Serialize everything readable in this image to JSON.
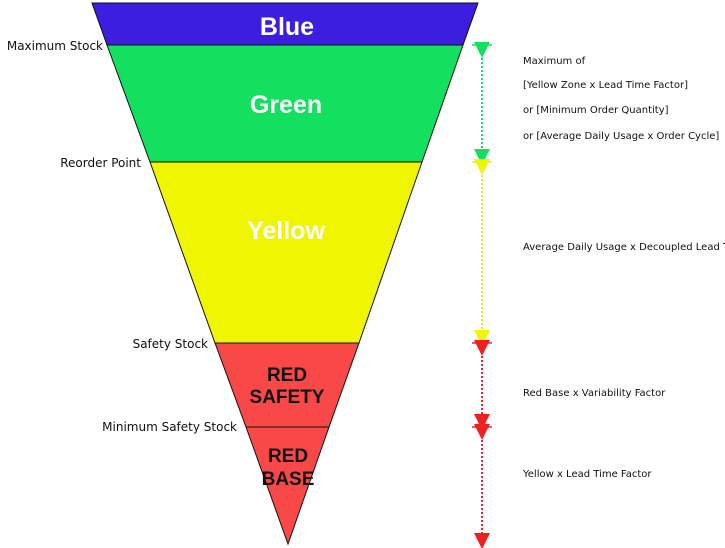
{
  "zones": {
    "blue": "Blue",
    "green": "Green",
    "yellow": "Yellow",
    "red_safety_1": "RED",
    "red_safety_2": "SAFETY",
    "red_base_1": "RED",
    "red_base_2": "BASE"
  },
  "levels": {
    "maximum_stock": "Maximum Stock",
    "reorder_point": "Reorder Point",
    "safety_stock": "Safety Stock",
    "minimum_safety_stock": "Minimum Safety Stock"
  },
  "formulas": {
    "green_1": "Maximum of",
    "green_2": "[Yellow Zone x Lead Time Factor]",
    "green_3": "or [Minimum Order Quantity]",
    "green_4": "or [Average Daily Usage x Order Cycle]",
    "yellow": "Average Daily Usage x Decoupled Lead Time",
    "red_safety": "Red Base x Variability Factor",
    "red_base": "Yellow x Lead Time Factor"
  },
  "colors": {
    "blue": "#3b1ee0",
    "green": "#14e060",
    "yellow": "#f0f500",
    "red": "#f84848"
  }
}
